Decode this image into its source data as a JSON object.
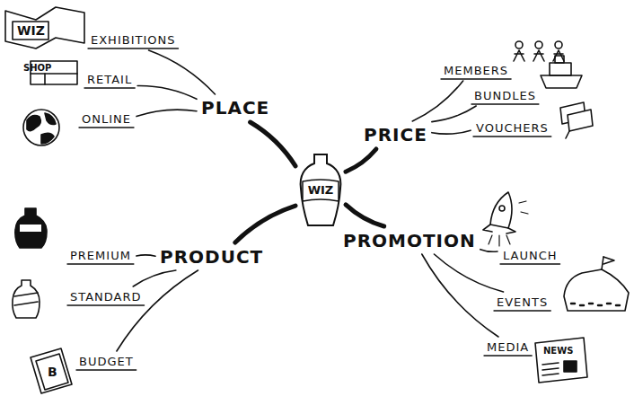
{
  "diagram": {
    "nodes": [
      {
        "text": [
          "WIZ"
        ]
      },
      {
        "text": [
          "PLACE"
        ]
      },
      {
        "text": [
          "PRICE"
        ]
      },
      {
        "text": [
          "PRODUCT"
        ]
      },
      {
        "text": [
          "PROMOTION"
        ]
      },
      {
        "text": [
          "EXHIBITIONS"
        ]
      },
      {
        "text": [
          "RETAIL"
        ]
      },
      {
        "text": [
          "ONLINE"
        ]
      },
      {
        "text": [
          "MEMBERS"
        ]
      },
      {
        "text": [
          "BUNDLES"
        ]
      },
      {
        "text": [
          "VOUCHERS"
        ]
      },
      {
        "text": [
          "PREMIUM"
        ]
      },
      {
        "text": [
          "STANDARD"
        ]
      },
      {
        "text": [
          "BUDGET"
        ]
      },
      {
        "text": [
          "LAUNCH"
        ]
      },
      {
        "text": [
          "EVENTS"
        ]
      },
      {
        "text": [
          "MEDIA"
        ]
      }
    ],
    "edges": [
      {
        "from": 0,
        "to": 1,
        "arrow": "none"
      },
      {
        "from": 0,
        "to": 2,
        "arrow": "none"
      },
      {
        "from": 0,
        "to": 3,
        "arrow": "none"
      },
      {
        "from": 0,
        "to": 4,
        "arrow": "none"
      },
      {
        "from": 1,
        "to": 5,
        "arrow": "none"
      },
      {
        "from": 1,
        "to": 6,
        "arrow": "none"
      },
      {
        "from": 1,
        "to": 7,
        "arrow": "none"
      },
      {
        "from": 2,
        "to": 8,
        "arrow": "none"
      },
      {
        "from": 2,
        "to": 9,
        "arrow": "none"
      },
      {
        "from": 2,
        "to": 10,
        "arrow": "none"
      },
      {
        "from": 3,
        "to": 11,
        "arrow": "none"
      },
      {
        "from": 3,
        "to": 12,
        "arrow": "none"
      },
      {
        "from": 3,
        "to": 13,
        "arrow": "none"
      },
      {
        "from": 4,
        "to": 14,
        "arrow": "none"
      },
      {
        "from": 4,
        "to": 15,
        "arrow": "none"
      },
      {
        "from": 4,
        "to": 16,
        "arrow": "none"
      }
    ],
    "labels": [
      "WIZ",
      "SHOP",
      "B",
      "NEWS"
    ]
  }
}
